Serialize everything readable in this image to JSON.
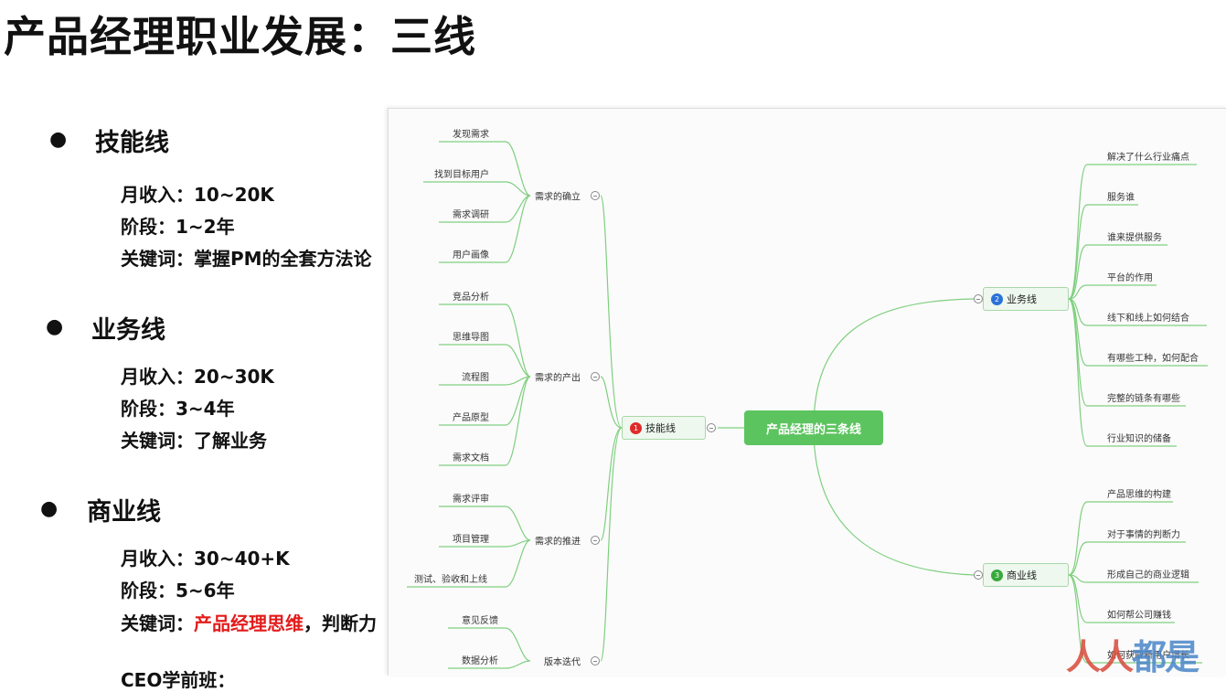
{
  "title": "产品经理职业发展：三线",
  "sections": [
    {
      "bullet": "●",
      "title": "技能线",
      "lines": [
        {
          "label": "月收入：",
          "value": "10~20K"
        },
        {
          "label": "阶段：",
          "value": "1~2年"
        },
        {
          "label": "关键词：",
          "value": "掌握PM的全套方法论"
        }
      ]
    },
    {
      "bullet": "●",
      "title": "业务线",
      "lines": [
        {
          "label": "月收入：",
          "value": "20~30K"
        },
        {
          "label": "阶段：",
          "value": "3~4年"
        },
        {
          "label": "关键词：",
          "value": "了解业务"
        }
      ]
    },
    {
      "bullet": "●",
      "title": "商业线",
      "lines": [
        {
          "label": "月收入：",
          "value": "30~40+K"
        },
        {
          "label": "阶段：",
          "value": "5~6年"
        },
        {
          "label": "关键词：",
          "value_highlight": "产品经理思维",
          "value_rest": "，判断力"
        }
      ],
      "cutoff_line": "CEO学前班："
    }
  ],
  "mindmap": {
    "center": "产品经理的三条线",
    "skill_node": {
      "num": "1",
      "label": "技能线",
      "color": "#e02a2a"
    },
    "business_node": {
      "num": "2",
      "label": "业务线",
      "color": "#2a72d8"
    },
    "commerce_node": {
      "num": "3",
      "label": "商业线",
      "color": "#39a83c"
    },
    "skill_groups": [
      {
        "label": "需求的确立",
        "leaves": [
          "发现需求",
          "找到目标用户",
          "需求调研",
          "用户画像"
        ]
      },
      {
        "label": "需求的产出",
        "leaves": [
          "竞品分析",
          "思维导图",
          "流程图",
          "产品原型",
          "需求文档"
        ]
      },
      {
        "label": "需求的推进",
        "leaves": [
          "需求评审",
          "项目管理",
          "测试、验收和上线"
        ]
      },
      {
        "label": "版本迭代",
        "leaves": [
          "意见反馈",
          "数据分析"
        ]
      }
    ],
    "business_leaves": [
      "解决了什么行业痛点",
      "服务谁",
      "谁来提供服务",
      "平台的作用",
      "线下和线上如何结合",
      "有哪些工种，如何配合",
      "完整的链条有哪些",
      "行业知识的储备"
    ],
    "commerce_leaves": [
      "产品思维的构建",
      "对于事情的判断力",
      "形成自己的商业逻辑",
      "如何帮公司赚钱",
      "如何获取新用户增长"
    ]
  },
  "watermark": {
    "part1": "人人",
    "part2": "都是"
  },
  "colors": {
    "branch": "#7fcf7f",
    "highlight": "#e31b1b",
    "center": "#5cc45f"
  }
}
